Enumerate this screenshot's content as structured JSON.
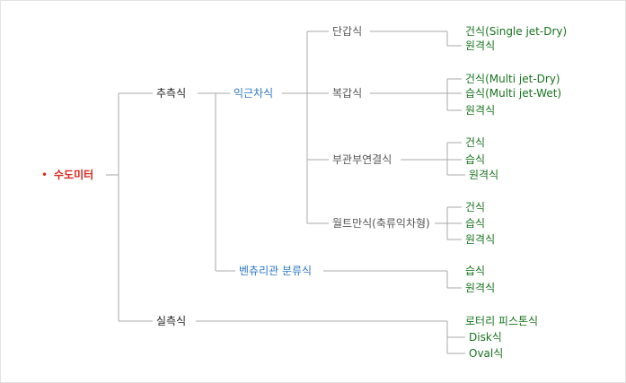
{
  "root": {
    "label": "수도미터",
    "bullet": "•",
    "color": "#d9281f"
  },
  "level1": [
    {
      "label": "추측식"
    },
    {
      "label": "실측식"
    }
  ],
  "level2": [
    {
      "label": "익근차식"
    },
    {
      "label": "벤츄리관 분류식"
    }
  ],
  "level3": [
    {
      "label": "단갑식"
    },
    {
      "label": "복갑식"
    },
    {
      "label": "부관부연결식"
    },
    {
      "label": "월트만식(축류익차형)"
    }
  ],
  "leaves": {
    "dangap": [
      "건식(Single jet-Dry)",
      "원격식"
    ],
    "bokgap": [
      "건식(Multi jet-Dry)",
      "습식(Multi jet-Wet)",
      "원격식"
    ],
    "bugwan": [
      "건식",
      "습식",
      "원격식"
    ],
    "woltman": [
      "건식",
      "습식",
      "원격식"
    ],
    "venturi": [
      "습식",
      "원격식"
    ],
    "silcheuk": [
      "로터리 피스톤식",
      "Disk식",
      "Oval식"
    ]
  },
  "colors": {
    "line": "#a9a9a9",
    "level2": "#2e78c8",
    "leaf": "#17731d",
    "text": "#222222",
    "border": "#e2e2e2"
  }
}
